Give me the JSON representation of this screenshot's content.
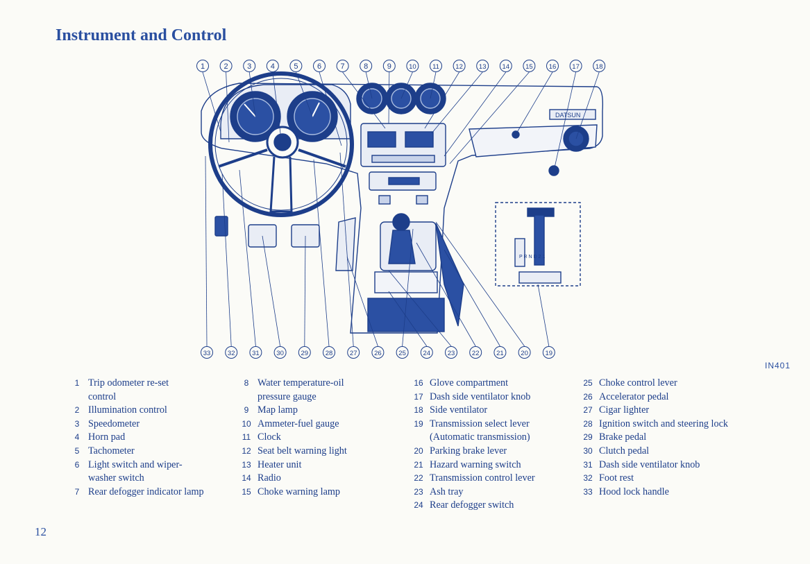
{
  "page": {
    "title": "Instrument and Control",
    "page_number": "12",
    "figure_code": "IN401"
  },
  "diagram": {
    "callouts_top": [
      "1",
      "2",
      "3",
      "4",
      "5",
      "6",
      "7",
      "8",
      "9",
      "10",
      "11",
      "12",
      "13",
      "14",
      "15",
      "16",
      "17",
      "18"
    ],
    "callouts_bottom": [
      "33",
      "32",
      "31",
      "30",
      "29",
      "28",
      "27",
      "26",
      "25",
      "24",
      "23",
      "22",
      "21",
      "20",
      "19"
    ],
    "badge_text": "DATSUN",
    "shift_pattern": "P R N D 2 1"
  },
  "legend": {
    "col1": [
      {
        "num": "1",
        "text": "Trip odometer re-set control"
      },
      {
        "num": "2",
        "text": "Illumination control"
      },
      {
        "num": "3",
        "text": "Speedometer"
      },
      {
        "num": "4",
        "text": "Horn pad"
      },
      {
        "num": "5",
        "text": "Tachometer"
      },
      {
        "num": "6",
        "text": "Light switch and wiper-washer switch"
      },
      {
        "num": "7",
        "text": "Rear defogger indicator lamp"
      }
    ],
    "col2": [
      {
        "num": "8",
        "text": "Water temperature-oil pressure gauge"
      },
      {
        "num": "9",
        "text": "Map lamp"
      },
      {
        "num": "10",
        "text": "Ammeter-fuel gauge"
      },
      {
        "num": "11",
        "text": "Clock"
      },
      {
        "num": "12",
        "text": "Seat belt warning light"
      },
      {
        "num": "13",
        "text": "Heater unit"
      },
      {
        "num": "14",
        "text": "Radio"
      },
      {
        "num": "15",
        "text": "Choke warning lamp"
      }
    ],
    "col3": [
      {
        "num": "16",
        "text": "Glove compartment"
      },
      {
        "num": "17",
        "text": "Dash side ventilator knob"
      },
      {
        "num": "18",
        "text": "Side ventilator"
      },
      {
        "num": "19",
        "text": "Transmission select lever (Automatic transmission)"
      },
      {
        "num": "20",
        "text": "Parking brake lever"
      },
      {
        "num": "21",
        "text": "Hazard warning switch"
      },
      {
        "num": "22",
        "text": "Transmission control lever"
      },
      {
        "num": "23",
        "text": "Ash tray"
      },
      {
        "num": "24",
        "text": "Rear defogger switch"
      }
    ],
    "col4": [
      {
        "num": "25",
        "text": "Choke control lever"
      },
      {
        "num": "26",
        "text": "Accelerator pedal"
      },
      {
        "num": "27",
        "text": "Cigar lighter"
      },
      {
        "num": "28",
        "text": "Ignition switch and steering lock"
      },
      {
        "num": "29",
        "text": "Brake pedal"
      },
      {
        "num": "30",
        "text": "Clutch pedal"
      },
      {
        "num": "31",
        "text": "Dash side ventilator knob"
      },
      {
        "num": "32",
        "text": "Foot rest"
      },
      {
        "num": "33",
        "text": "Hood lock handle"
      }
    ]
  },
  "colors": {
    "ink": "#1d3e8a",
    "paper": "#fbfbf7",
    "shade": "#2a4fa0"
  }
}
